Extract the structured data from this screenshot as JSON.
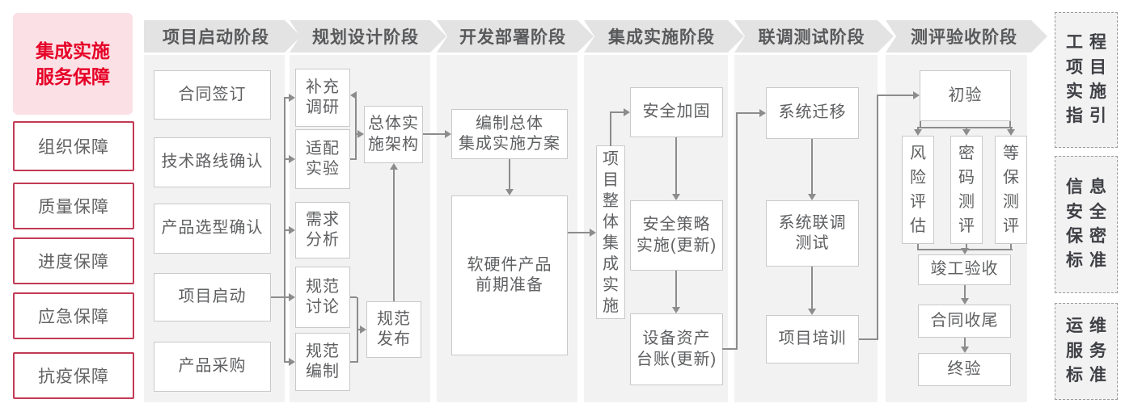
{
  "palette": {
    "accent_red": "#e60027",
    "pink_bg": "#fbe1e6",
    "red_border": "#c23a55",
    "panel_bg": "#f2f2f2",
    "header_bg": "#e3e3e3",
    "box_border": "#c9c9c9",
    "text_gray": "#5f6062",
    "connector_gray": "#8c8c8c"
  },
  "sidebar": {
    "title": "集成实施\n服务保障",
    "items": [
      "组织保障",
      "质量保障",
      "进度保障",
      "应急保障",
      "抗疫保障"
    ]
  },
  "phases": [
    "项目启动阶段",
    "规划设计阶段",
    "开发部署阶段",
    "集成实施阶段",
    "联调测试阶段",
    "测评验收阶段"
  ],
  "columns": [
    {
      "boxes": [
        "合同签订",
        "技术路线确认",
        "产品选型确认",
        "项目启动",
        "产品采购"
      ]
    },
    {
      "boxes": [
        "补充\n调研",
        "适配\n实验",
        "需求\n分析",
        "规范\n讨论",
        "规范\n编制",
        "总体实\n施架构",
        "规范\n发布"
      ]
    },
    {
      "boxes": [
        "编制总体\n集成实施方案",
        "软硬件产品\n前期准备"
      ]
    },
    {
      "boxes": [
        "项\n目\n整\n体\n集\n成\n实\n施",
        "安全加固",
        "安全策略\n实施(更新)",
        "设备资产\n台账(更新)"
      ]
    },
    {
      "boxes": [
        "系统迁移",
        "系统联调\n测试",
        "项目培训"
      ]
    },
    {
      "boxes": [
        "初验",
        "风\n险\n评\n估",
        "密\n码\n测\n评",
        "等\n保\n测\n评",
        "竣工验收",
        "合同收尾",
        "终验"
      ]
    }
  ],
  "standards": [
    "工程\n项目\n实施\n指引",
    "信息\n安全\n保密\n标准",
    "运维\n服务\n标准"
  ]
}
